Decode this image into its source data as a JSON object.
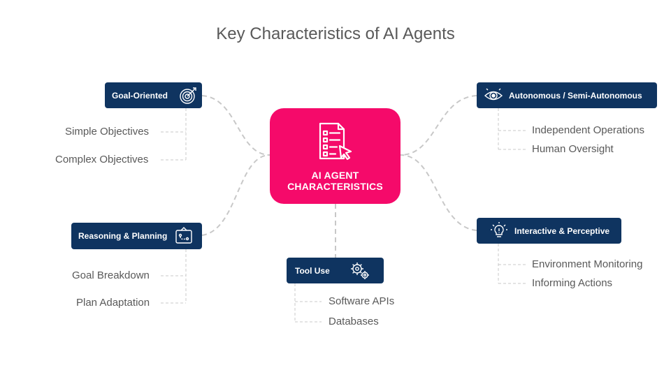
{
  "title": "Key Characteristics of AI Agents",
  "center": {
    "line1": "AI AGENT",
    "line2": "CHARACTERISTICS",
    "icon": "checklist-cursor-icon",
    "color": "#f50a6a"
  },
  "node_color": "#0f3460",
  "connector_color": "#c8c8c8",
  "branches": {
    "goal": {
      "label": "Goal-Oriented",
      "icon": "target-icon",
      "items": [
        "Simple Objectives",
        "Complex Objectives"
      ]
    },
    "reasoning": {
      "label": "Reasoning & Planning",
      "icon": "planning-board-icon",
      "items": [
        "Goal Breakdown",
        "Plan Adaptation"
      ]
    },
    "tool": {
      "label": "Tool Use",
      "icon": "gears-icon",
      "items": [
        "Software APIs",
        "Databases"
      ]
    },
    "autonomous": {
      "label": "Autonomous / Semi-Autonomous",
      "icon": "eye-icon",
      "items": [
        "Independent Operations",
        "Human Oversight"
      ]
    },
    "interactive": {
      "label": "Interactive & Perceptive",
      "icon": "lightbulb-icon",
      "items": [
        "Environment Monitoring",
        "Informing Actions"
      ]
    }
  }
}
